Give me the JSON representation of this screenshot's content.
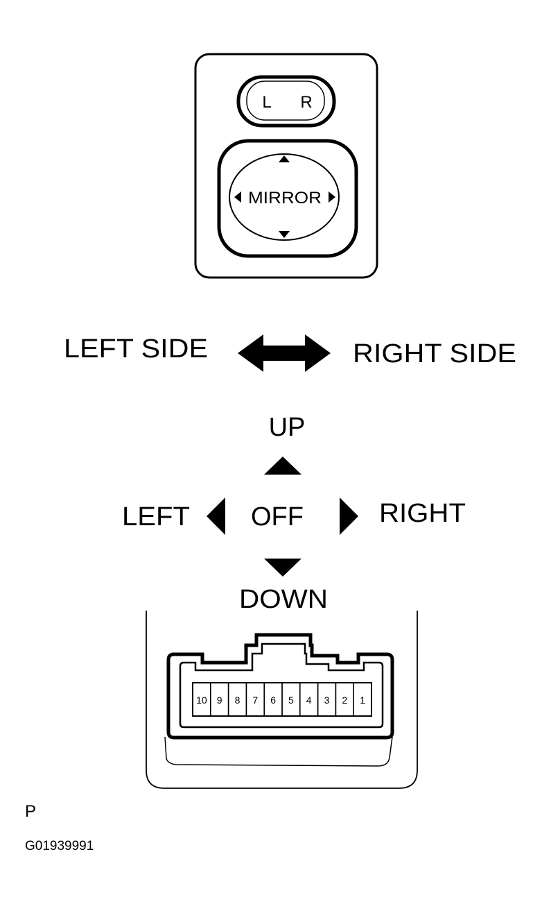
{
  "switch_panel": {
    "selector_left": "L",
    "selector_right": "R",
    "pad_label": "MIRROR"
  },
  "selector_legend": {
    "left": "LEFT SIDE",
    "right": "RIGHT SIDE"
  },
  "direction_legend": {
    "up": "UP",
    "down": "DOWN",
    "left": "LEFT",
    "center": "OFF",
    "right": "RIGHT"
  },
  "connector": {
    "pins": [
      "10",
      "9",
      "8",
      "7",
      "6",
      "5",
      "4",
      "3",
      "2",
      "1"
    ]
  },
  "footer": {
    "view_letter": "P",
    "figure_id": "G01939991"
  }
}
